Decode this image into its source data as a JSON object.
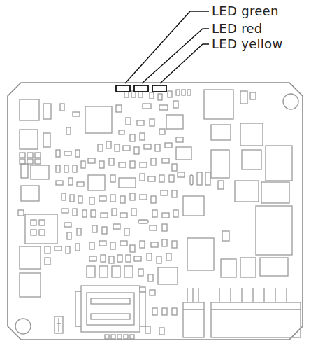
{
  "diagram": {
    "labels": [
      "LED green",
      "LED red",
      "LED yellow"
    ]
  }
}
